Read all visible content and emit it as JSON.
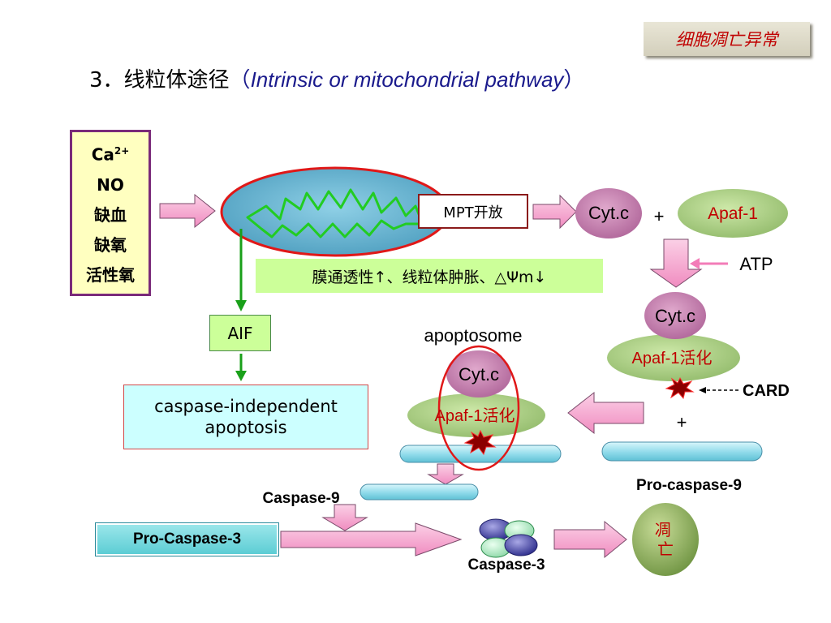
{
  "header": {
    "tag": "细胞凋亡异常",
    "title_prefix": "3．线粒体途径",
    "paren_open": "（",
    "title_en": "Intrinsic or mitochondrial pathway",
    "paren_close": "）"
  },
  "triggers": [
    "Ca",
    "NO",
    "缺血",
    "缺氧",
    "活性氧"
  ],
  "trigger_sup": "2+",
  "labels": {
    "mpt": "MPT开放",
    "membrane": "膜通透性↑、线粒体肿胀、△Ψm↓",
    "aif": "AIF",
    "caspase_independent": "caspase-independent\napoptosis",
    "cytc_free": "Cyt.c",
    "plus1": "+",
    "apaf1": "Apaf-1",
    "atp": "ATP",
    "cytc_complex": "Cyt.c",
    "apaf1_active": "Apaf-1活化",
    "card": "CARD",
    "plus2": "+",
    "procaspase9": "Pro-caspase-9",
    "apoptosome": "apoptosome",
    "cytc_apoptosome": "Cyt.c",
    "apaf1_apoptosome": "Apaf-1活化",
    "caspase9": "Caspase-9",
    "procaspase3": "Pro-Caspase-3",
    "caspase3": "Caspase-3",
    "apoptosis": "凋\n亡"
  },
  "colors": {
    "arrow_pink": "#f7a8d0",
    "arrow_green": "#1aa01a",
    "cytc_purple": "#c878a8",
    "apaf_green": "#a8c878",
    "red_text": "#c00000",
    "tube_cyan": "#9ee0ee",
    "mito_blue": "#5aa8c8",
    "highlight_red": "#e01818"
  }
}
